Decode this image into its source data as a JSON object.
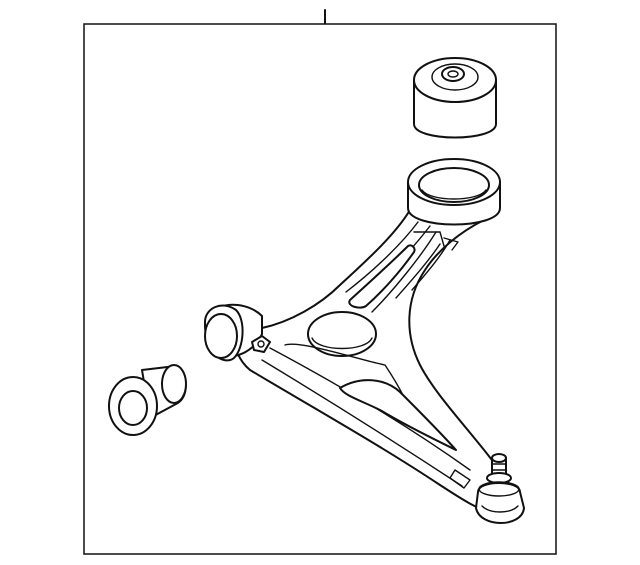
{
  "diagram": {
    "parts": [
      {
        "name": "upper-bushing"
      },
      {
        "name": "lower-control-arm"
      },
      {
        "name": "front-bushing"
      },
      {
        "name": "ball-joint"
      }
    ]
  }
}
